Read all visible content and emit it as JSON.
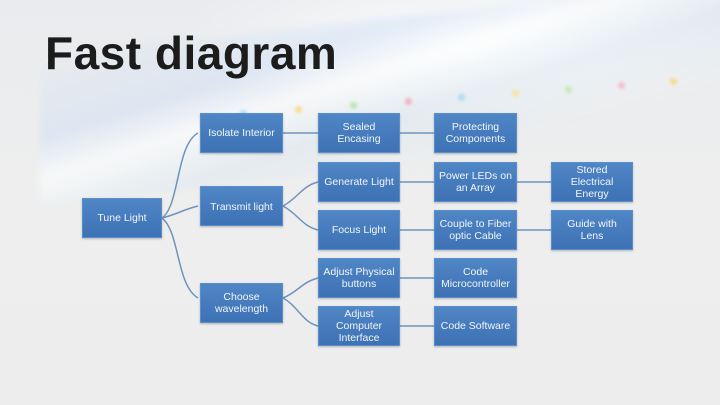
{
  "slide": {
    "title": "Fast diagram"
  },
  "diagram": {
    "nodes": {
      "tune_light": "Tune Light",
      "isolate_interior": "Isolate Interior",
      "transmit_light": "Transmit light",
      "choose_wavelength": "Choose wavelength",
      "sealed_encasing": "Sealed Encasing",
      "generate_light": "Generate Light",
      "focus_light": "Focus Light",
      "adjust_physical_buttons": "Adjust Physical buttons",
      "adjust_computer_interface": "Adjust Computer Interface",
      "protecting_components": "Protecting Components",
      "power_leds_on_array": "Power LEDs on an Array",
      "couple_to_fiber_optic_cable": "Couple to Fiber optic Cable",
      "code_microcontroller": "Code Microcontroller",
      "code_software": "Code Software",
      "stored_electrical_energy": "Stored Electrical Energy",
      "guide_with_lens": "Guide with Lens"
    },
    "colors": {
      "node_fill": "#4a80c0",
      "connector": "#6f93bf"
    }
  }
}
